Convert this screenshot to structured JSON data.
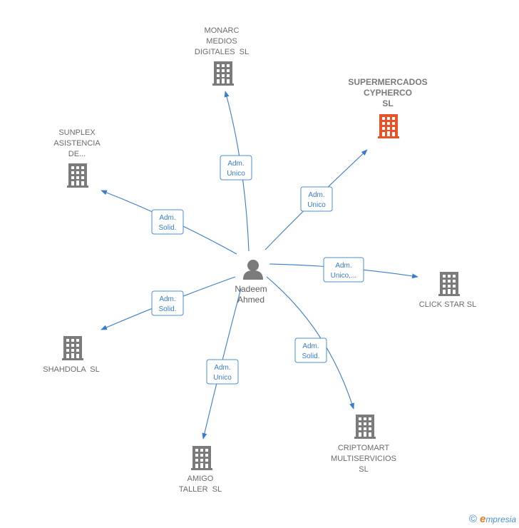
{
  "center": {
    "name_lines": [
      "Nadeem",
      "Ahmed"
    ]
  },
  "companies": [
    {
      "id": "monarc",
      "lines": [
        "MONARC",
        "MEDIOS",
        "DIGITALES  SL"
      ],
      "highlight": false,
      "role": [
        "Adm.",
        "Unico"
      ]
    },
    {
      "id": "supermercados",
      "lines": [
        "SUPERMERCADOS",
        "CYPHERCO",
        "SL"
      ],
      "highlight": true,
      "role": [
        "Adm.",
        "Unico"
      ]
    },
    {
      "id": "sunplex",
      "lines": [
        "SUNPLEX",
        "ASISTENCIA",
        "DE..."
      ],
      "highlight": false,
      "role": [
        "Adm.",
        "Solid."
      ]
    },
    {
      "id": "clickstar",
      "lines": [
        "CLICK STAR SL"
      ],
      "highlight": false,
      "role": [
        "Adm.",
        "Unico,..."
      ]
    },
    {
      "id": "shahdola",
      "lines": [
        "SHAHDOLA  SL"
      ],
      "highlight": false,
      "role": [
        "Adm.",
        "Solid."
      ]
    },
    {
      "id": "criptomart",
      "lines": [
        "CRIPTOMART",
        "MULTISERVICIOS",
        "SL"
      ],
      "highlight": false,
      "role": [
        "Adm.",
        "Solid."
      ]
    },
    {
      "id": "amigo",
      "lines": [
        "AMIGO",
        "TALLER  SL"
      ],
      "highlight": false,
      "role": [
        "Adm.",
        "Unico"
      ]
    }
  ],
  "colors": {
    "edge": "#3a7ccc",
    "building": "#7b7b7b",
    "building_highlight": "#e8542a",
    "person": "#7b7b7b"
  },
  "footer": {
    "copyright": "©",
    "brand_first": "e",
    "brand_rest": "mpresia"
  }
}
